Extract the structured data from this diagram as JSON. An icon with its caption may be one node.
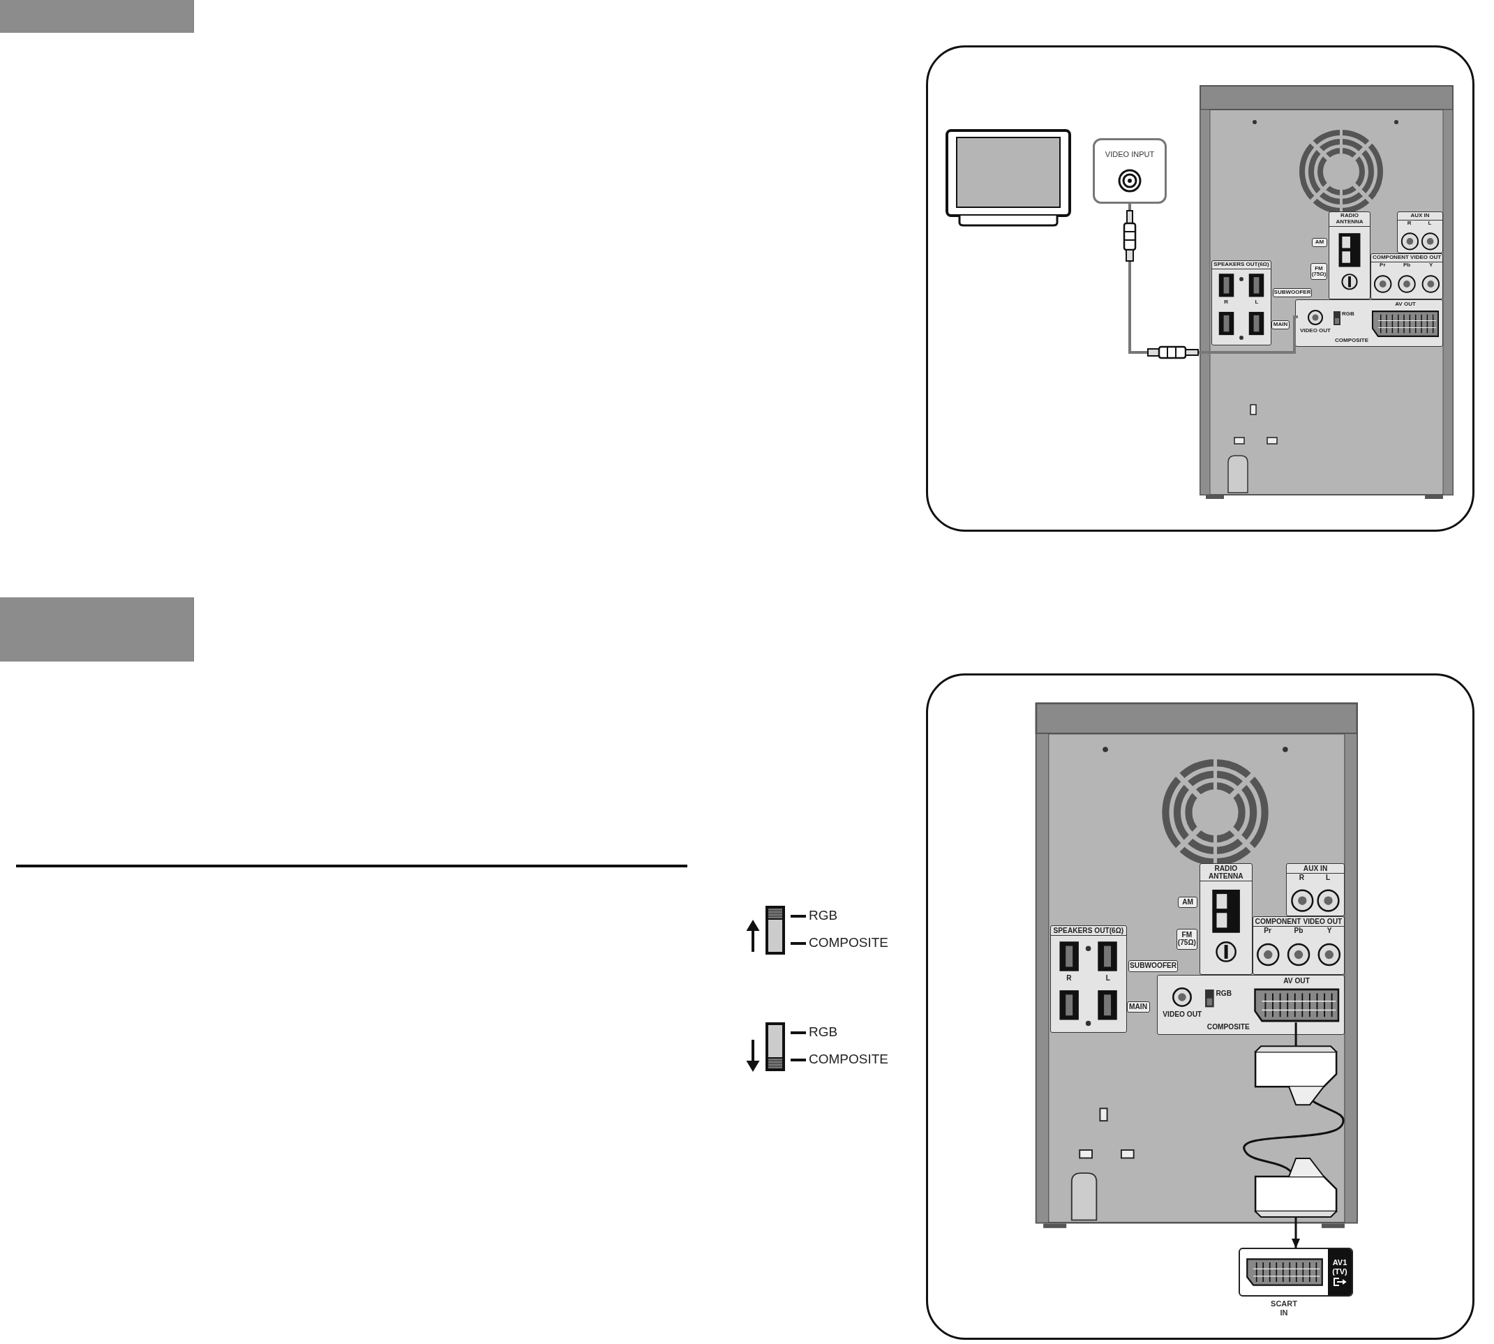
{
  "diagram": {
    "nodes": [
      {
        "text": [],
        "shape": "picture"
      },
      {
        "text": [
          "VIDEO INPUT"
        ]
      },
      {
        "text": [],
        "shape": "picture"
      },
      {
        "text": [
          "SPEAKERS OUT(6Ω)",
          "R",
          "L"
        ],
        "in": 2
      },
      {
        "text": [
          "SUBWOOFER"
        ],
        "in": 2
      },
      {
        "text": [
          "MAIN"
        ],
        "in": 2
      },
      {
        "text": [
          "RADIO ANTENNA"
        ],
        "in": 2
      },
      {
        "text": [
          "AM"
        ],
        "in": 2
      },
      {
        "text": [
          "FM (75Ω)"
        ],
        "in": 2
      },
      {
        "text": [
          "AUX IN",
          "R",
          "L"
        ],
        "in": 2
      },
      {
        "text": [
          "COMPONENT VIDEO OUT",
          "Pr",
          "Pb",
          "Y"
        ],
        "in": 2
      },
      {
        "text": [
          "AV OUT",
          "RGB",
          "COMPOSITE"
        ],
        "in": 2
      },
      {
        "text": [
          "VIDEO OUT"
        ],
        "in": 11
      },
      {
        "text": [],
        "shape": "picture",
        "in": 11
      },
      {
        "text": [],
        "shape": "picture"
      },
      {
        "text": [
          "SPEAKERS OUT(6Ω)",
          "R",
          "L"
        ],
        "in": 14
      },
      {
        "text": [
          "SUBWOOFER"
        ],
        "in": 14
      },
      {
        "text": [
          "MAIN"
        ],
        "in": 14
      },
      {
        "text": [
          "RADIO ANTENNA"
        ],
        "in": 14
      },
      {
        "text": [
          "AM"
        ],
        "in": 14
      },
      {
        "text": [
          "FM (75Ω)"
        ],
        "in": 14
      },
      {
        "text": [
          "AUX IN",
          "R",
          "L"
        ],
        "in": 14
      },
      {
        "text": [
          "COMPONENT VIDEO OUT",
          "Pr",
          "Pb",
          "Y"
        ],
        "in": 14
      },
      {
        "text": [
          "AV OUT",
          "RGB",
          "COMPOSITE"
        ],
        "in": 14
      },
      {
        "text": [
          "VIDEO OUT"
        ],
        "in": 23
      },
      {
        "text": [],
        "shape": "picture",
        "in": 23
      },
      {
        "text": [
          "AV1 (TV)"
        ],
        "beside": [
          "SCART IN"
        ]
      }
    ],
    "edges": [
      {
        "from": 1,
        "to": 12,
        "arrow": "none"
      },
      {
        "from": 25,
        "to": 26,
        "arrow": "to",
        "color": "#111111"
      }
    ],
    "labels": [
      "RGB",
      "COMPOSITE",
      "RGB",
      "COMPOSITE"
    ]
  }
}
